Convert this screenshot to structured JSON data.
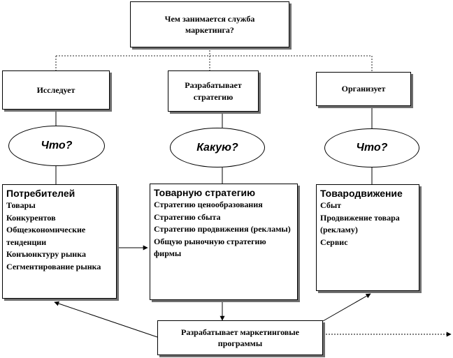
{
  "root": {
    "text": "Чем занимается служба маркетинга?"
  },
  "branches": [
    {
      "id": "research",
      "action": "Исследует",
      "question": "Что?",
      "title": "Потребителей",
      "items": [
        "Товары",
        "Конкурентов",
        "Общеэкономические тенденции",
        "Конъюнктуру рынка",
        "Сегментирование рынка"
      ]
    },
    {
      "id": "strategy",
      "action": "Разрабатывает стратегию",
      "question": "Какую?",
      "title": "Товарную стратегию",
      "items": [
        "Стратегию ценообразования",
        "Стратегию сбыта",
        "Стратегию продвижения (рекламы)",
        "Общую рыночную стратегию фирмы"
      ]
    },
    {
      "id": "organize",
      "action": "Организует",
      "question": "Что?",
      "title": "Товародвижение",
      "items": [
        "Сбыт",
        "Продвижение товара (рекламу)",
        "Сервис"
      ]
    }
  ],
  "bottom": {
    "text": "Разрабатывает маркетинговые программы"
  },
  "colors": {
    "line": "#000000",
    "shadow": "#6f6f6f",
    "dotted": "#555555"
  }
}
